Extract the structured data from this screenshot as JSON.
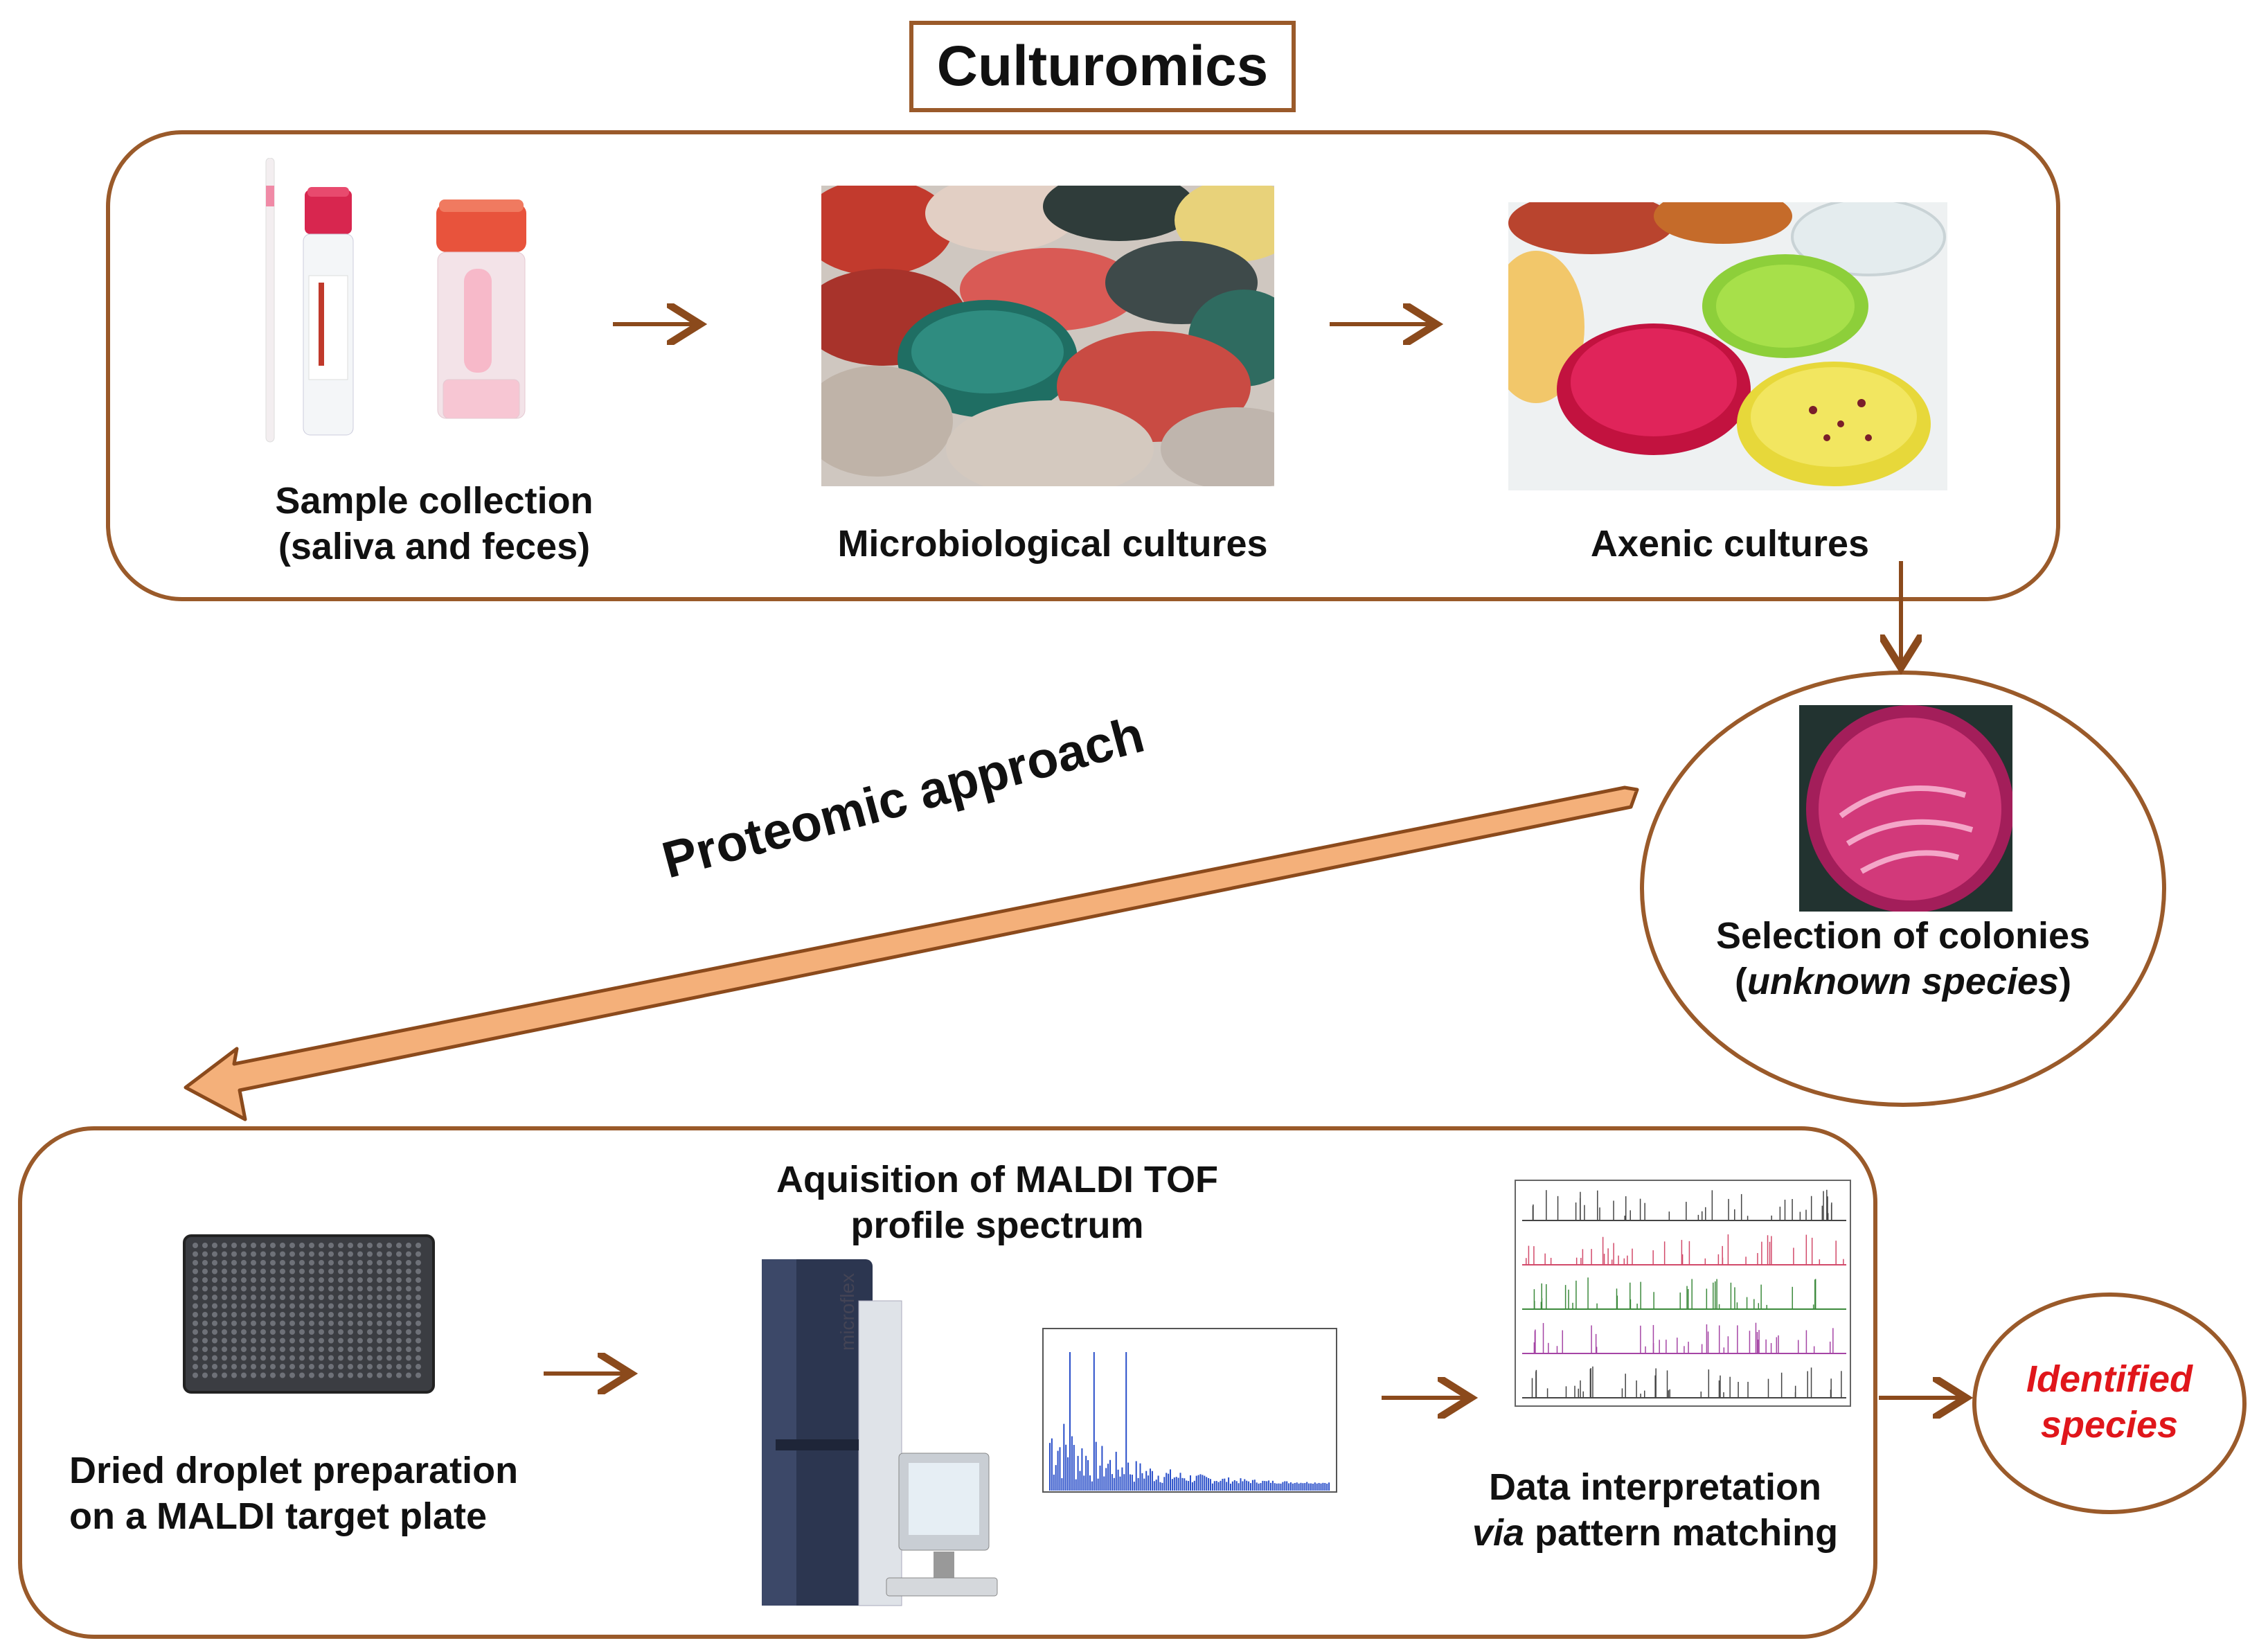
{
  "title": "Culturomics",
  "steps": {
    "sample": {
      "line1": "Sample collection",
      "line2": "(saliva and feces)"
    },
    "micro": {
      "label": "Microbiological cultures"
    },
    "axenic": {
      "label": "Axenic cultures"
    },
    "selection": {
      "line1": "Selection of colonies",
      "line2_open": "(",
      "line2_italic": "unknown species",
      "line2_close": ")"
    },
    "proteomic": {
      "label": "Proteomic approach"
    },
    "dried": {
      "line1": "Dried droplet preparation",
      "line2": "on a MALDI target plate"
    },
    "acquisition": {
      "line1": "Aquisition of MALDI TOF",
      "line2": "profile spectrum"
    },
    "interpretation": {
      "line1": "Data interpretation",
      "line2_italic": "via",
      "line2_rest": " pattern matching"
    },
    "identified": {
      "line1": "Identified",
      "line2": "species"
    }
  },
  "instrument": {
    "brand_text": "microflex"
  },
  "colors": {
    "frame": "#9a5a2a",
    "arrow": "#8b4a1c",
    "proteomic_arrow_fill": "#f4b07a",
    "identified_text": "#e0161b"
  }
}
